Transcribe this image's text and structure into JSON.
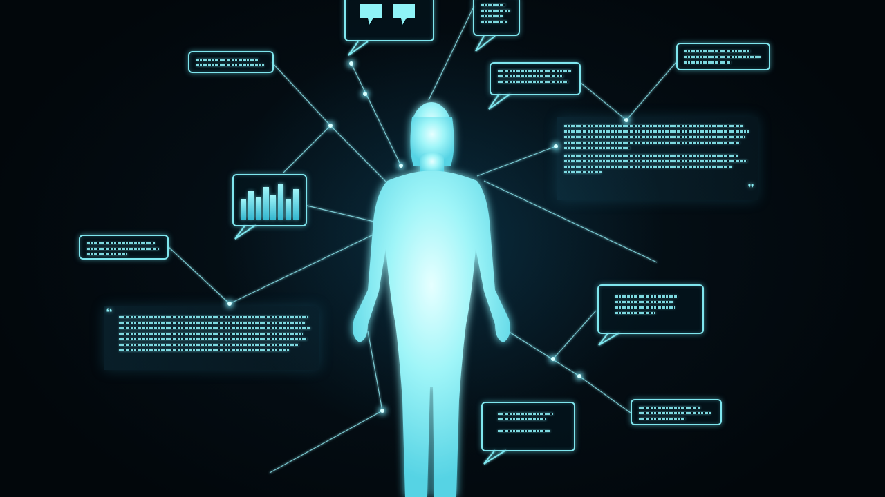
{
  "scene": {
    "accent_color": "#7fe6ee",
    "silhouette_color": "#8ff3f7",
    "background_color": "#03080d",
    "figure": "human-silhouette-icon",
    "icons": [
      "speech-bubble-icon",
      "bar-chart-icon",
      "quote-mark-icon",
      "connector-node-icon"
    ]
  },
  "bar_chart": {
    "bar_levels": [
      0.55,
      0.78,
      0.62,
      0.9,
      0.68,
      1.0,
      0.58,
      0.85
    ]
  },
  "quote_marks": {
    "open": "❝",
    "close": "❞"
  }
}
